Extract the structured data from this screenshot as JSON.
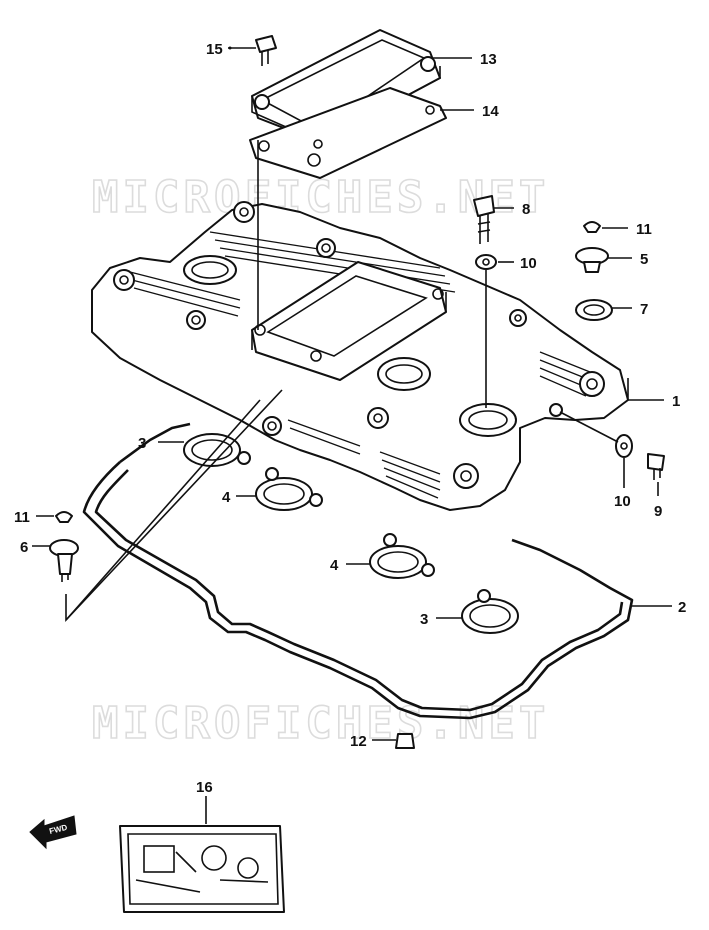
{
  "watermarks": [
    "MICROFICHES.NET",
    "MICROFICHES.NET"
  ],
  "callouts": [
    {
      "id": "15",
      "label": "15"
    },
    {
      "id": "13",
      "label": "13"
    },
    {
      "id": "14",
      "label": "14"
    },
    {
      "id": "8",
      "label": "8"
    },
    {
      "id": "11a",
      "label": "11"
    },
    {
      "id": "10a",
      "label": "10"
    },
    {
      "id": "5",
      "label": "5"
    },
    {
      "id": "7",
      "label": "7"
    },
    {
      "id": "1",
      "label": "1"
    },
    {
      "id": "3a",
      "label": "3"
    },
    {
      "id": "10b",
      "label": "10"
    },
    {
      "id": "9",
      "label": "9"
    },
    {
      "id": "4a",
      "label": "4"
    },
    {
      "id": "11b",
      "label": "11"
    },
    {
      "id": "6",
      "label": "6"
    },
    {
      "id": "4b",
      "label": "4"
    },
    {
      "id": "2",
      "label": "2"
    },
    {
      "id": "3b",
      "label": "3"
    },
    {
      "id": "12",
      "label": "12"
    },
    {
      "id": "16",
      "label": "16"
    }
  ],
  "fwd_arrow": {
    "text": "FWD",
    "icon": "forward-arrow-icon"
  }
}
